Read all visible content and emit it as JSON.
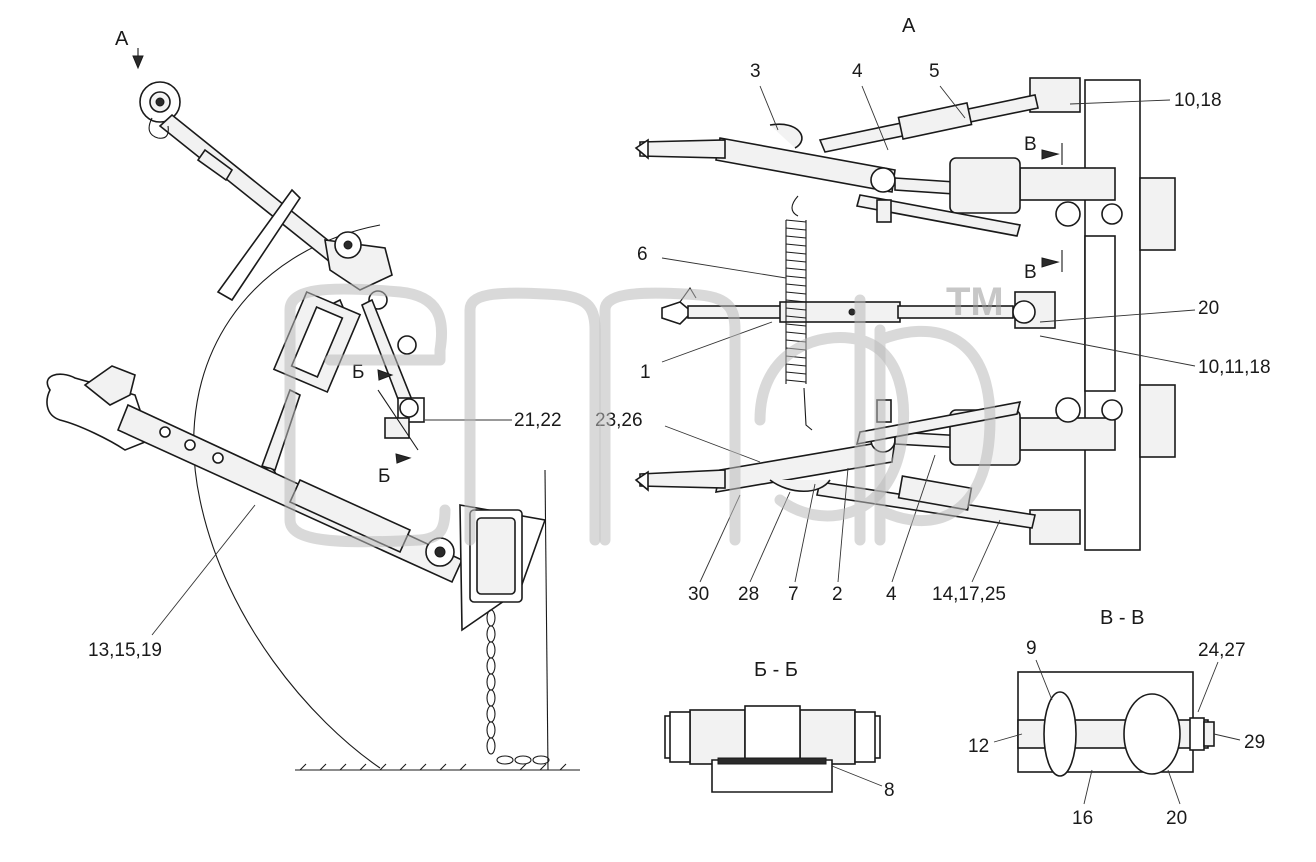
{
  "views": {
    "side_arrow": "А",
    "plan_title": "А",
    "section_bb": "Б - Б",
    "section_vv": "В - В",
    "cut_b_top": "Б",
    "cut_b_bottom": "Б",
    "cut_v_top": "В",
    "cut_v_bottom": "В"
  },
  "watermark": {
    "trademark": "TM"
  },
  "labels": {
    "p13_15_19": "13,15,19",
    "p21_22": "21,22",
    "p3": "3",
    "p4_top": "4",
    "p5": "5",
    "p10_18": "10,18",
    "p6": "6",
    "p20_mid": "20",
    "p10_11_18": "10,11,18",
    "p1": "1",
    "p23_26": "23,26",
    "p30": "30",
    "p28": "28",
    "p7": "7",
    "p2": "2",
    "p4_bottom": "4",
    "p14_17_25": "14,17,25",
    "p8": "8",
    "p9": "9",
    "p24_27": "24,27",
    "p12": "12",
    "p29": "29",
    "p16": "16",
    "p20_vv": "20"
  }
}
